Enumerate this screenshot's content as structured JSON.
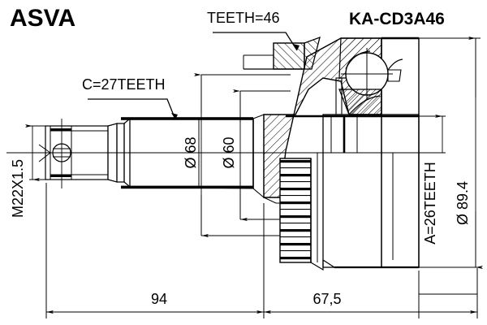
{
  "drawing": {
    "brand": "ASVA",
    "part_number": "KA-CD3A46",
    "background_color": "#ffffff",
    "line_color": "#000000",
    "type": "cv-joint-technical-drawing"
  },
  "annotations": {
    "outer_teeth": "TEETH=46",
    "shaft_spline": "C=27TEETH",
    "thread": "M22X1.5",
    "inner_spline": "A=26TEETH"
  },
  "dimensions": {
    "diameter_68": "Ø 68",
    "diameter_60": "Ø 60",
    "diameter_894": "Ø 89.4",
    "length_left": "94",
    "length_right": "67,5"
  }
}
